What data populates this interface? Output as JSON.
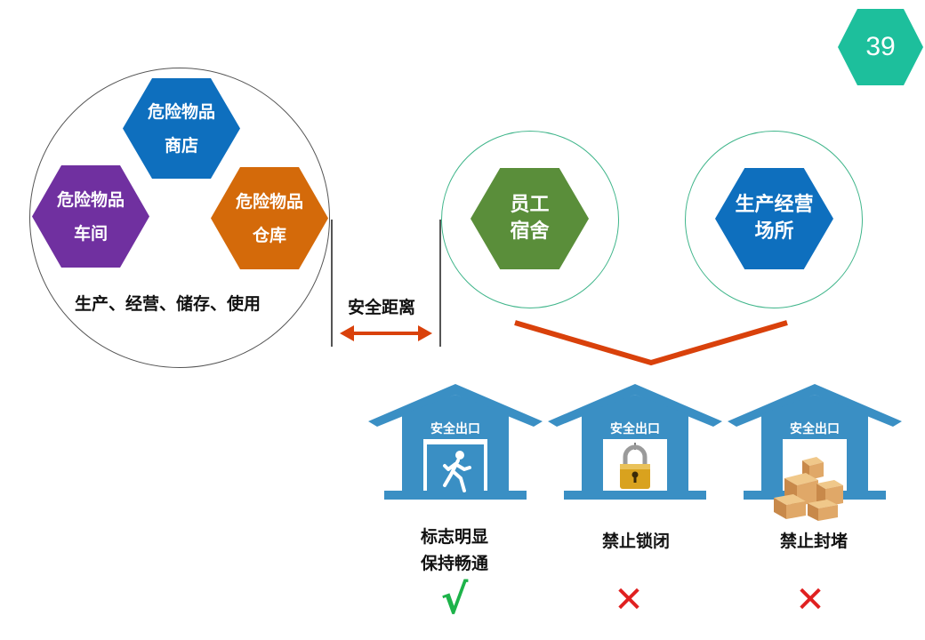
{
  "page_number": "39",
  "hazard_group": {
    "hexes": [
      {
        "line1": "危险物品",
        "line2": "商店",
        "color": "#0e6fbe"
      },
      {
        "line1": "危险物品",
        "line2": "车间",
        "color": "#7030a0"
      },
      {
        "line1": "危险物品",
        "line2": "仓库",
        "color": "#d46a0a"
      }
    ],
    "caption": "生产、经营、储存、使用"
  },
  "distance_label": "安全距离",
  "targets": [
    {
      "line1": "员工",
      "line2": "宿舍",
      "color": "#5a8e3a"
    },
    {
      "line1": "生产经营",
      "line2": "场所",
      "color": "#0e6fbe"
    }
  ],
  "exits": [
    {
      "title": "安全出口",
      "icon": "walking-person-icon",
      "caption1": "标志明显",
      "caption2": "保持畅通",
      "mark": "√",
      "mark_color": "#1db34a"
    },
    {
      "title": "安全出口",
      "icon": "padlock-icon",
      "caption1": "禁止锁闭",
      "caption2": "",
      "mark": "✕",
      "mark_color": "#e02020"
    },
    {
      "title": "安全出口",
      "icon": "boxes-icon",
      "caption1": "禁止封堵",
      "caption2": "",
      "mark": "✕",
      "mark_color": "#e02020"
    }
  ],
  "colors": {
    "badge": "#1dbf9c",
    "arrow": "#d9410b",
    "house": "#3a8fc4",
    "circle_border": "#3fb58a"
  }
}
